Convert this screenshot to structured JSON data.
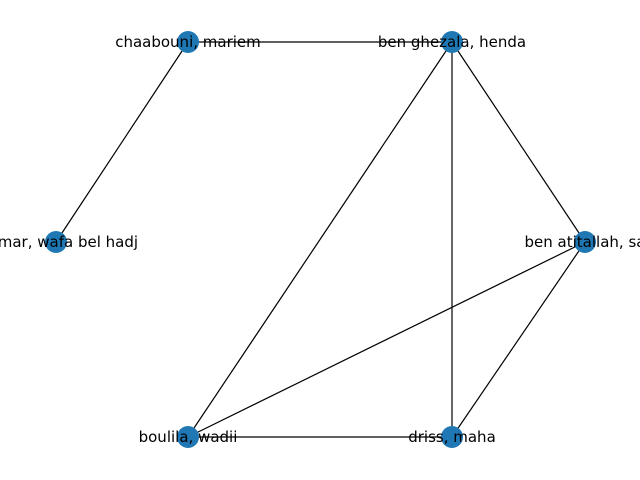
{
  "graph": {
    "node_color": "#1f77b4",
    "edge_color": "#000000",
    "nodes": [
      {
        "id": "chaabouni",
        "label": "chaabouni, mariem"
      },
      {
        "id": "benghezala",
        "label": "ben ghezala, henda"
      },
      {
        "id": "ammar",
        "label": "ammar, wafa bel hadj"
      },
      {
        "id": "benatitallah",
        "label": "ben atitallah, sa"
      },
      {
        "id": "boulila",
        "label": "boulila, wadii"
      },
      {
        "id": "driss",
        "label": "driss, maha"
      }
    ],
    "edges": [
      [
        "chaabouni",
        "benghezala"
      ],
      [
        "chaabouni",
        "ammar"
      ],
      [
        "benghezala",
        "boulila"
      ],
      [
        "benghezala",
        "driss"
      ],
      [
        "benghezala",
        "benatitallah"
      ],
      [
        "benatitallah",
        "boulila"
      ],
      [
        "benatitallah",
        "driss"
      ],
      [
        "boulila",
        "driss"
      ]
    ]
  }
}
